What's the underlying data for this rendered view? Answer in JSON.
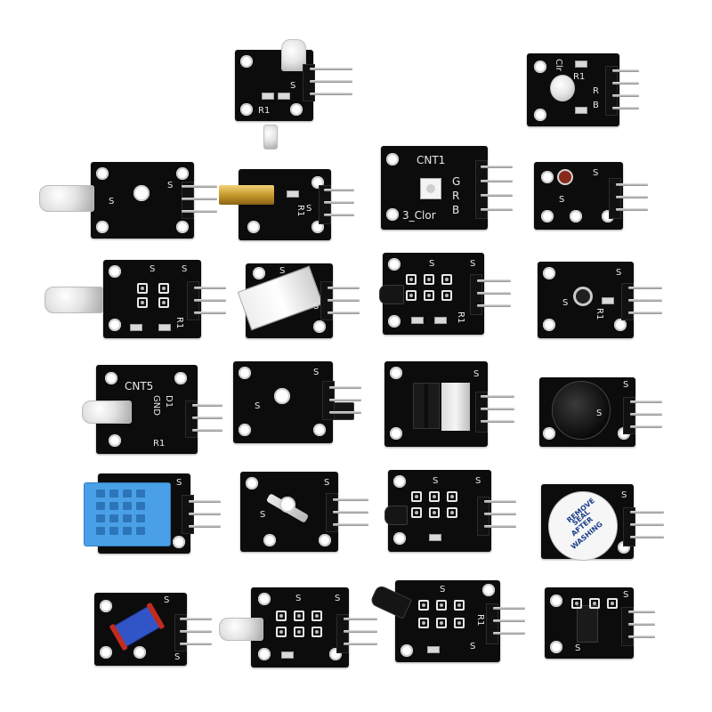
{
  "silkscreen": {
    "m1": {
      "label_a": "S",
      "label_b": "R1"
    },
    "m2": {
      "label_a": "Clr",
      "label_b": "R1",
      "label_c": "R",
      "label_d": "B"
    },
    "m3": {
      "label_a": "S",
      "label_b": "S"
    },
    "m4": {
      "label_a": "S",
      "label_b": "R1"
    },
    "m5": {
      "title": "CNT1",
      "label_g": "G",
      "label_r": "R",
      "label_b": "B",
      "label_sub": "3_Clor"
    },
    "m6": {
      "label_a": "S",
      "label_b": "S"
    },
    "m7": {
      "label_a": "S",
      "label_b": "S",
      "label_c": "R1"
    },
    "m8": {
      "label_a": "S",
      "label_b": "S"
    },
    "m9": {
      "label_a": "S",
      "label_b": "S",
      "label_c": "R1"
    },
    "m10": {
      "label_a": "S",
      "label_b": "S",
      "label_c": "R1"
    },
    "m11": {
      "title": "CNT5",
      "label_a": "GND",
      "label_b": "D1",
      "label_c": "R1"
    },
    "m12": {
      "label_a": "S",
      "label_b": "S"
    },
    "m13": {
      "label_a": "S"
    },
    "m14": {
      "label_a": "S",
      "label_b": "S"
    },
    "m15": {
      "label_a": "S"
    },
    "m16": {
      "label_a": "S",
      "label_b": "S"
    },
    "m17": {
      "label_a": "S",
      "label_b": "S"
    },
    "m18": {
      "label_a": "S",
      "sticker_1": "REMOVE",
      "sticker_2": "SEAL",
      "sticker_3": "AFTER",
      "sticker_4": "WASHING"
    },
    "m19": {
      "label_a": "S",
      "label_b": "S"
    },
    "m20": {
      "label_a": "S",
      "label_b": "S"
    },
    "m21": {
      "label_a": "S",
      "label_b": "S",
      "label_c": "R1"
    },
    "m22": {
      "label_a": "S",
      "label_b": "S"
    }
  },
  "colors": {
    "background": "#ffffff",
    "pcb": "#0c0c0d",
    "dht_blue": "#4aa0e6",
    "mercury_blue": "#3155c7",
    "laser_gold": "#c79a2c",
    "sticker_text": "#1d3f8a"
  }
}
